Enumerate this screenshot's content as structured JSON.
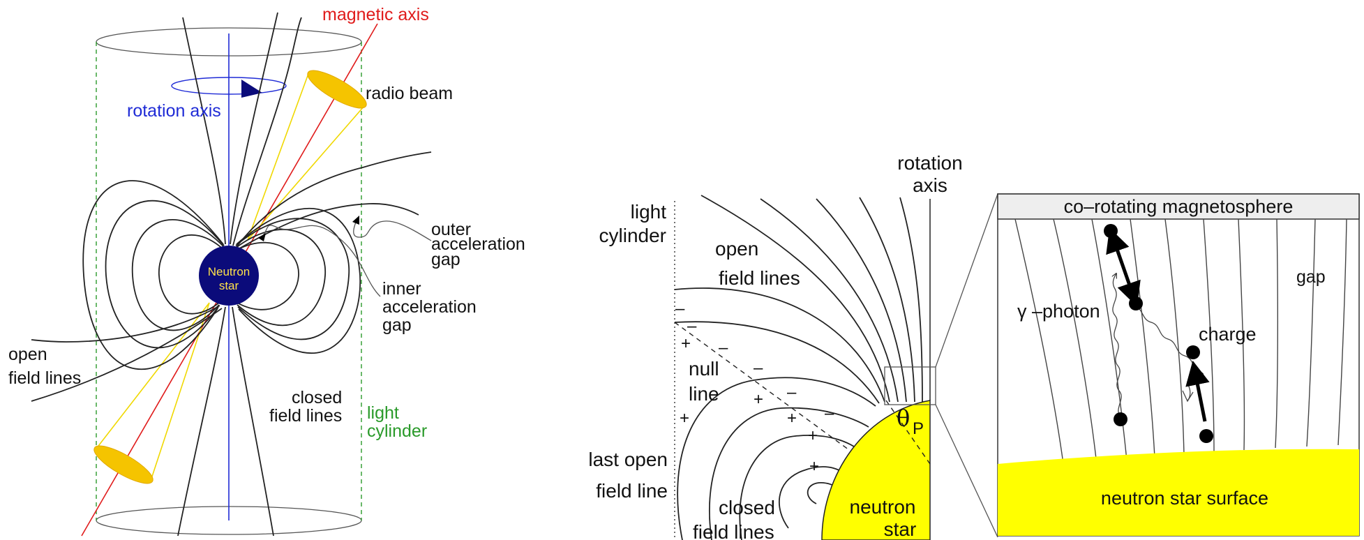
{
  "colors": {
    "magnetic_axis": "#e01b1b",
    "rotation_axis": "#1f2bd6",
    "light_cylinder": "#2a9a2a",
    "radio_beam": "#f5c400",
    "beam_cone": "#f0d800",
    "neutron_star_fill": "#0b0b7a",
    "neutron_star_text": "#ffe24a",
    "surface_fill": "#ffff00",
    "header_bg": "#eeeeee"
  },
  "left": {
    "magnetic_axis": "magnetic axis",
    "rotation_axis": "rotation axis",
    "radio_beam": "radio beam",
    "outer_gap": [
      "outer",
      "acceleration",
      "gap"
    ],
    "inner_gap": [
      "inner",
      "acceleration",
      "gap"
    ],
    "neutron_star": [
      "Neutron",
      "star"
    ],
    "open_field_lines": [
      "open",
      "field lines"
    ],
    "closed_field_lines": [
      "closed",
      "field lines"
    ],
    "light_cylinder": [
      "light",
      "cylinder"
    ]
  },
  "middle": {
    "rotation_axis": [
      "rotation",
      "axis"
    ],
    "light_cylinder": [
      "light",
      "cylinder"
    ],
    "open_field_lines": [
      "open",
      "field lines"
    ],
    "null_line": [
      "null",
      "line"
    ],
    "last_open_field_line": [
      "last open",
      "field line"
    ],
    "closed_field_lines": [
      "closed",
      "field lines"
    ],
    "neutron_star": [
      "neutron",
      "star"
    ],
    "theta": "θ",
    "theta_sub": "P",
    "minus": "–",
    "plus": "+"
  },
  "inset": {
    "header": "co–rotating magnetosphere",
    "gap": "gap",
    "gamma_photon": "γ –photon",
    "charge": "charge",
    "surface": "neutron star surface"
  }
}
